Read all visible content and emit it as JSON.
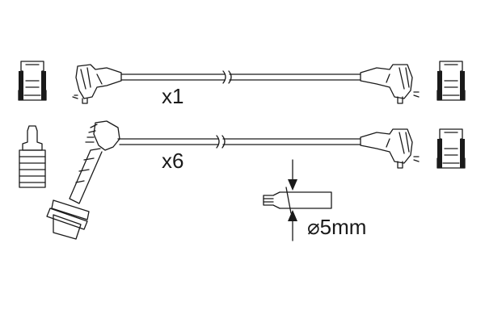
{
  "labels": {
    "quantity_set_1": "x1",
    "quantity_set_2": "x6",
    "diameter": "⌀5mm"
  },
  "icons": [
    "boot-cap-icon",
    "distributor-terminal-icon",
    "spark-plug-connector-icon",
    "straight-plug-boot-icon",
    "cable-cross-section-icon"
  ],
  "colors": {
    "ink": "#1a1a1a",
    "background": "#ffffff"
  }
}
